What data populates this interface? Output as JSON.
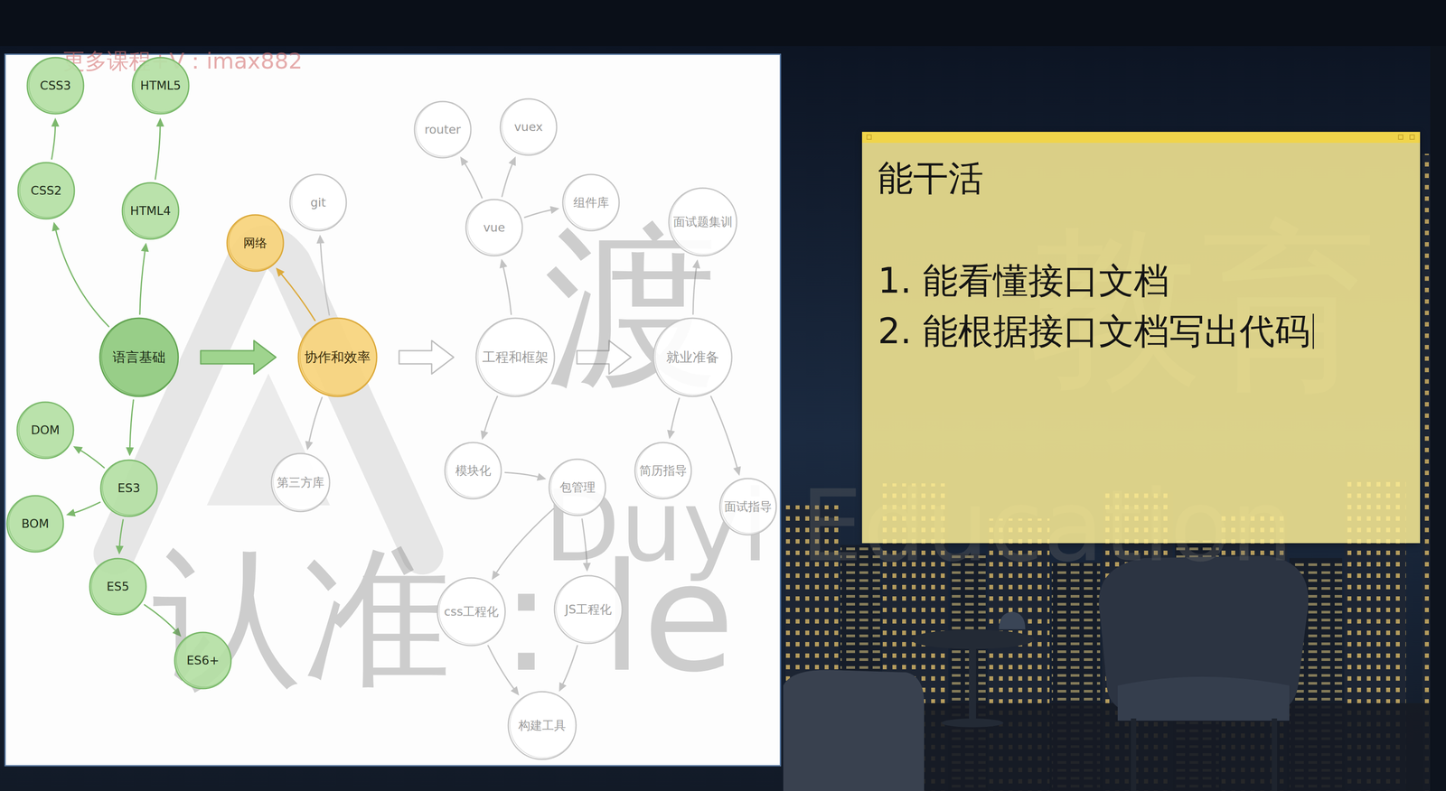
{
  "diagram": {
    "nodes": [
      {
        "text": [
          "语言基础"
        ]
      },
      {
        "text": [
          "CSS2"
        ]
      },
      {
        "text": [
          "CSS3"
        ]
      },
      {
        "text": [
          "HTML4"
        ]
      },
      {
        "text": [
          "HTML5"
        ]
      },
      {
        "text": [
          "ES3"
        ]
      },
      {
        "text": [
          "DOM"
        ]
      },
      {
        "text": [
          "BOM"
        ]
      },
      {
        "text": [
          "ES5"
        ]
      },
      {
        "text": [
          "ES6+"
        ]
      },
      {
        "text": [
          "协作和效率"
        ]
      },
      {
        "text": [
          "网络"
        ]
      },
      {
        "text": [
          "git"
        ]
      },
      {
        "text": [
          "第三方库"
        ]
      },
      {
        "text": [
          "工程和框架"
        ]
      },
      {
        "text": [
          "vue"
        ]
      },
      {
        "text": [
          "router"
        ]
      },
      {
        "text": [
          "vuex"
        ]
      },
      {
        "text": [
          "组件库"
        ]
      },
      {
        "text": [
          "模块化"
        ]
      },
      {
        "text": [
          "包管理"
        ]
      },
      {
        "text": [
          "css工程化"
        ]
      },
      {
        "text": [
          "JS工程化"
        ]
      },
      {
        "text": [
          "构建工具"
        ]
      },
      {
        "text": [
          "就业准备"
        ]
      },
      {
        "text": [
          "面试题集训"
        ]
      },
      {
        "text": [
          "简历指导"
        ]
      },
      {
        "text": [
          "面试指导"
        ]
      },
      {
        "text": [
          "能干活",
          "1. 能看懂接口文档",
          "2. 能根据接口文档写出代码"
        ]
      }
    ],
    "edges": [
      {
        "from": 0,
        "to": 1,
        "arrow": "to"
      },
      {
        "from": 1,
        "to": 2,
        "arrow": "to"
      },
      {
        "from": 0,
        "to": 3,
        "arrow": "to"
      },
      {
        "from": 3,
        "to": 4,
        "arrow": "to"
      },
      {
        "from": 0,
        "to": 5,
        "arrow": "to"
      },
      {
        "from": 5,
        "to": 6,
        "arrow": "to"
      },
      {
        "from": 5,
        "to": 7,
        "arrow": "to"
      },
      {
        "from": 5,
        "to": 8,
        "arrow": "to"
      },
      {
        "from": 8,
        "to": 9,
        "arrow": "to"
      },
      {
        "from": 0,
        "to": 10,
        "arrow": "to"
      },
      {
        "from": 10,
        "to": 11,
        "arrow": "to"
      },
      {
        "from": 10,
        "to": 12,
        "arrow": "to"
      },
      {
        "from": 10,
        "to": 13,
        "arrow": "to"
      },
      {
        "from": 10,
        "to": 14,
        "arrow": "to"
      },
      {
        "from": 14,
        "to": 15,
        "arrow": "to"
      },
      {
        "from": 15,
        "to": 16,
        "arrow": "to"
      },
      {
        "from": 15,
        "to": 17,
        "arrow": "to"
      },
      {
        "from": 15,
        "to": 18,
        "arrow": "to"
      },
      {
        "from": 14,
        "to": 19,
        "arrow": "to"
      },
      {
        "from": 19,
        "to": 20,
        "arrow": "to"
      },
      {
        "from": 20,
        "to": 21,
        "arrow": "to"
      },
      {
        "from": 20,
        "to": 22,
        "arrow": "to"
      },
      {
        "from": 21,
        "to": 23,
        "arrow": "to"
      },
      {
        "from": 22,
        "to": 23,
        "arrow": "to"
      },
      {
        "from": 14,
        "to": 24,
        "arrow": "to"
      },
      {
        "from": 24,
        "to": 25,
        "arrow": "to"
      },
      {
        "from": 24,
        "to": 26,
        "arrow": "to"
      },
      {
        "from": 24,
        "to": 27,
        "arrow": "to"
      }
    ],
    "labels": [
      "更多课程+V：imax882",
      "渡",
      "教育",
      "Duyi Education",
      "认准：le"
    ]
  }
}
